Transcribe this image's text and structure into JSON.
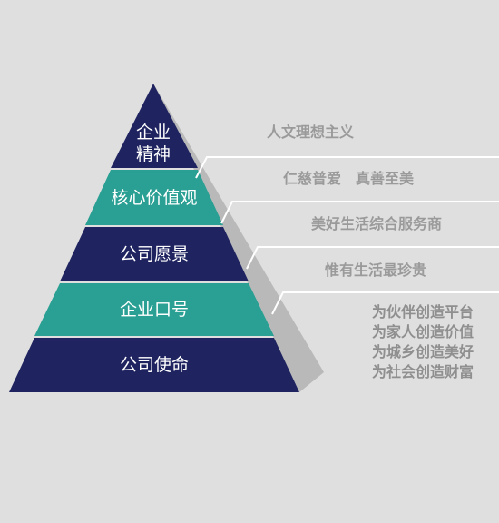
{
  "colors": {
    "background": "#dfdfdf",
    "navy": "#1f2460",
    "teal": "#2a9f93",
    "shadow": "#b9b9b9",
    "divider": "#ffffff",
    "description_text": "#9a9a9a"
  },
  "tiers": [
    {
      "label_lines": [
        "企业",
        "精神"
      ],
      "color": "navy"
    },
    {
      "label_lines": [
        "核心价值观"
      ],
      "color": "teal"
    },
    {
      "label_lines": [
        "公司愿景"
      ],
      "color": "navy"
    },
    {
      "label_lines": [
        "企业口号"
      ],
      "color": "teal"
    },
    {
      "label_lines": [
        "公司使命"
      ],
      "color": "navy"
    }
  ],
  "descriptions": [
    {
      "lines": [
        "人文理想主义"
      ]
    },
    {
      "lines": [
        "仁慈普爱　真善至美"
      ]
    },
    {
      "lines": [
        "美好生活综合服务商"
      ]
    },
    {
      "lines": [
        "惟有生活最珍贵"
      ]
    },
    {
      "lines": [
        "为伙伴创造平台",
        "为家人创造价值",
        "为城乡创造美好",
        "为社会创造财富"
      ]
    }
  ]
}
